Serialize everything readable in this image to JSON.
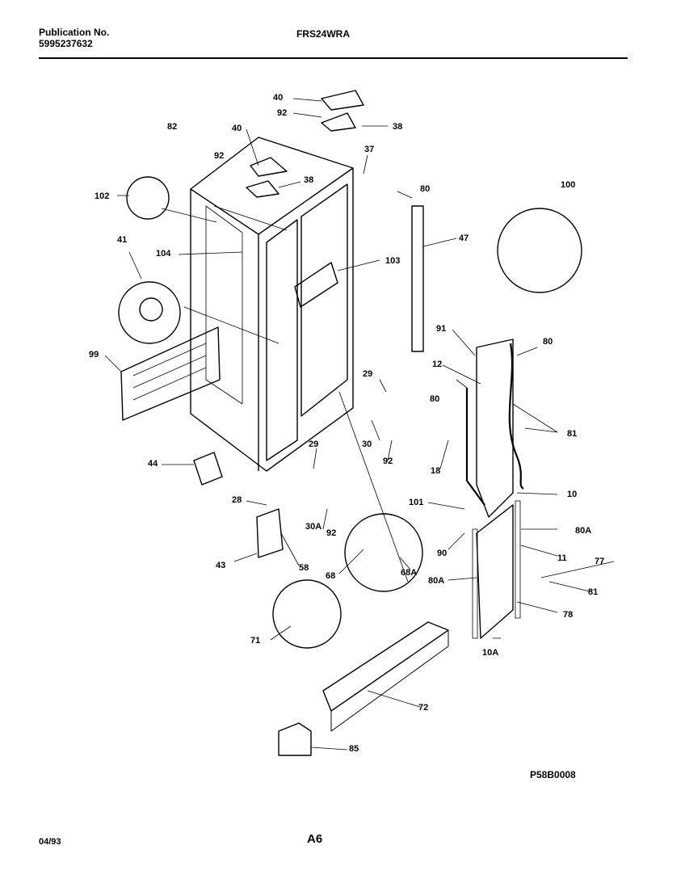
{
  "header": {
    "publication_label": "Publication No.",
    "publication_number": "5995237632",
    "model": "FRS24WRA"
  },
  "footer": {
    "date": "04/93",
    "page": "A6",
    "drawing_code": "P58B0008"
  },
  "callouts": [
    "40",
    "92",
    "38",
    "82",
    "40",
    "37",
    "92",
    "38",
    "102",
    "80",
    "100",
    "47",
    "41",
    "104",
    "103",
    "99",
    "91",
    "12",
    "80",
    "80",
    "81",
    "29",
    "18",
    "30",
    "92",
    "44",
    "29",
    "10",
    "28",
    "101",
    "80A",
    "90",
    "11",
    "30A",
    "92",
    "77",
    "81",
    "43",
    "58",
    "68",
    "68A",
    "80A",
    "78",
    "71",
    "10A",
    "72",
    "85"
  ]
}
